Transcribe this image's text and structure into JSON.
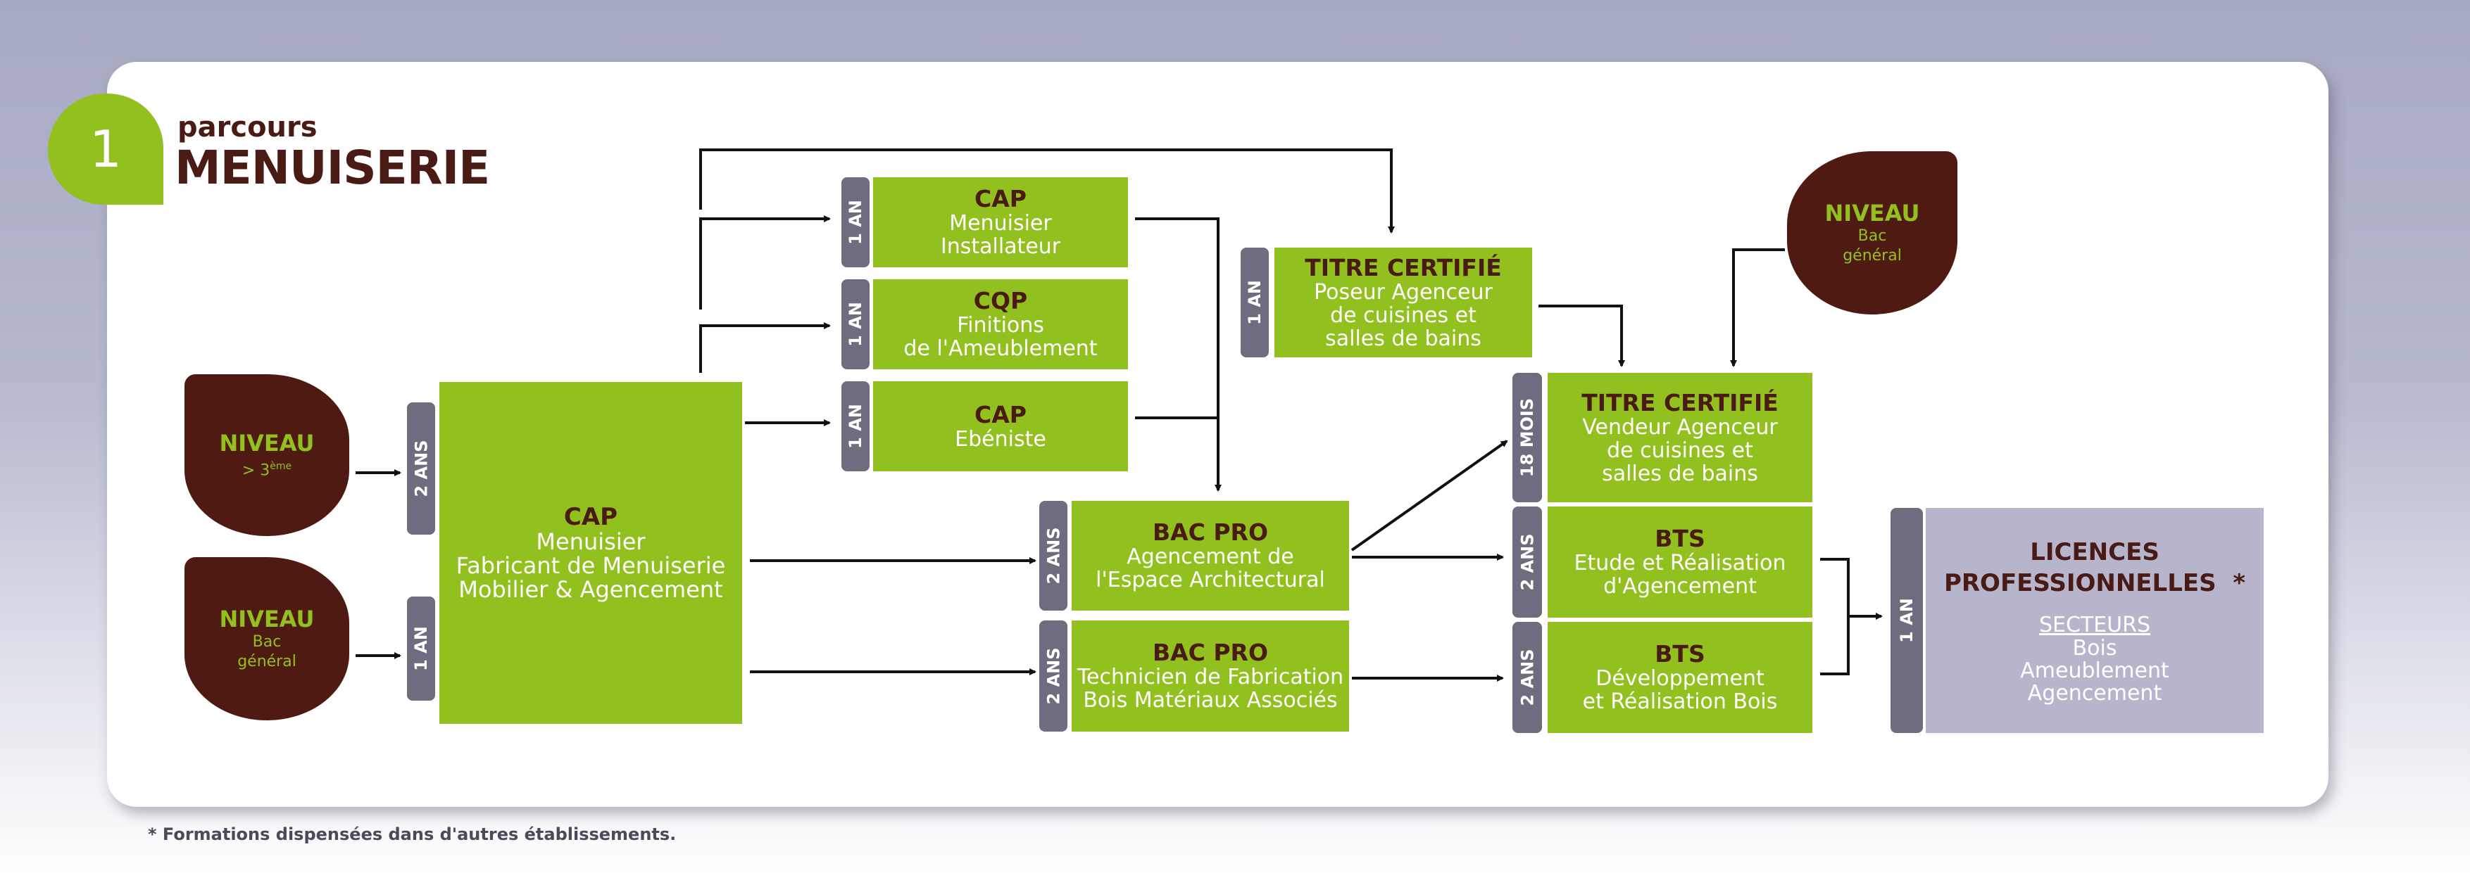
{
  "header": {
    "number": "1",
    "subtitle": "parcours",
    "title": "MENUISERIE"
  },
  "entry_levels": [
    {
      "title": "NIVEAU",
      "sub_prefix": "> 3",
      "sub_sup": "ème"
    },
    {
      "title": "NIVEAU",
      "sub_line1": "Bac",
      "sub_line2": "général"
    }
  ],
  "right_level": {
    "title": "NIVEAU",
    "sub_line1": "Bac",
    "sub_line2": "général"
  },
  "durations": {
    "cap_main_a": "2 ANS",
    "cap_main_b": "1 AN",
    "cap_installateur": "1 AN",
    "cqp": "1 AN",
    "cap_ebeniste": "1 AN",
    "titre_poseur": "1 AN",
    "bac_pro_agencement": "2 ANS",
    "bac_pro_technicien": "2 ANS",
    "titre_vendeur": "18 MOIS",
    "bts_etude": "2 ANS",
    "bts_developpement": "2 ANS",
    "licences": "1 AN"
  },
  "boxes": {
    "cap_main": {
      "head": "CAP",
      "text": "Menuisier\nFabricant de Menuiserie\nMobilier & Agencement"
    },
    "cap_installateur": {
      "head": "CAP",
      "text": "Menuisier\nInstallateur"
    },
    "cqp": {
      "head": "CQP",
      "text": "Finitions\nde l'Ameublement"
    },
    "cap_ebeniste": {
      "head": "CAP",
      "text": "Ebéniste"
    },
    "titre_poseur": {
      "head": "TITRE CERTIFIÉ",
      "text": "Poseur Agenceur\nde cuisines et\nsalles de bains"
    },
    "bac_pro_agencement": {
      "head": "BAC PRO",
      "text": "Agencement de\nl'Espace Architectural"
    },
    "bac_pro_technicien": {
      "head": "BAC PRO",
      "text": "Technicien de Fabrication\nBois Matériaux Associés"
    },
    "titre_vendeur": {
      "head": "TITRE CERTIFIÉ",
      "text": "Vendeur Agenceur\nde cuisines et\nsalles de bains"
    },
    "bts_etude": {
      "head": "BTS",
      "text": "Etude et Réalisation\nd'Agencement"
    },
    "bts_developpement": {
      "head": "BTS",
      "text": "Développement\net Réalisation Bois"
    }
  },
  "licences": {
    "head_line1": "LICENCES",
    "head_line2": "PROFESSIONNELLES",
    "asterisk": "*",
    "sectors_label": "SECTEURS",
    "items": [
      "Bois",
      "Ameublement",
      "Agencement"
    ]
  },
  "footnote": "* Formations dispensées dans d'autres établissements.",
  "colors": {
    "green": "#92c01f",
    "brown": "#4e1a12",
    "duration_gray": "#6e6c7e",
    "licence_lilac": "#b6b5cc"
  }
}
